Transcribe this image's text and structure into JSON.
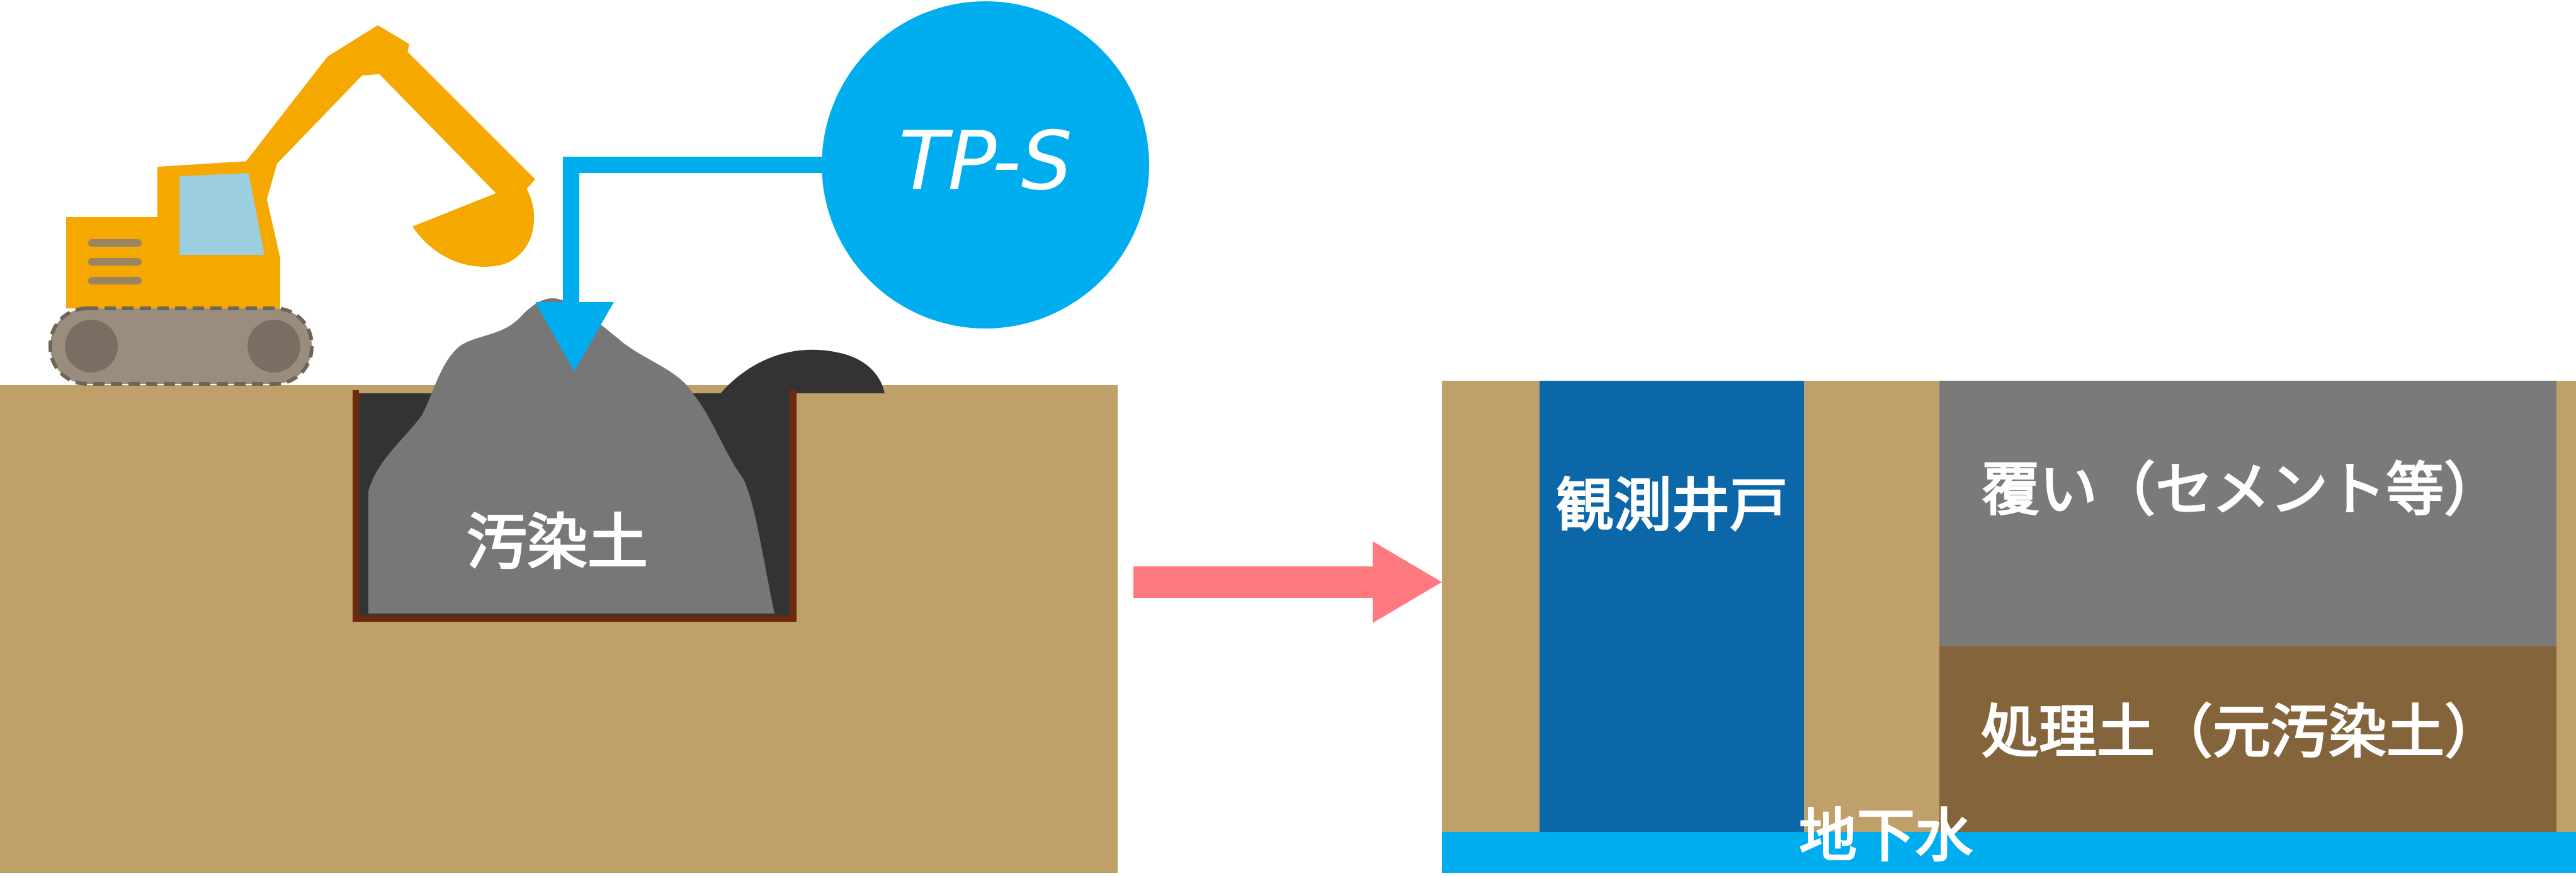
{
  "labels": {
    "tps": "TP-S",
    "contaminated_soil": "汚染土",
    "observation_well": "観測井戸",
    "cover": "覆い（セメント等）",
    "treated_soil": "処理土（元汚染土）",
    "groundwater": "地下水"
  },
  "colors": {
    "ground": "#BFA06A",
    "pit_dark": "#333333",
    "pit_border": "#6E2A0E",
    "mound": "#777777",
    "tps_blue": "#00AEEF",
    "well_blue": "#0B67A8",
    "cover_gray": "#7A7A7A",
    "treated_brown": "#83643B",
    "flow_arrow": "#FF7A80",
    "excavator_yellow": "#F5A800",
    "track_gray": "#9B8D7E",
    "window_blue": "#9BCFE0"
  }
}
